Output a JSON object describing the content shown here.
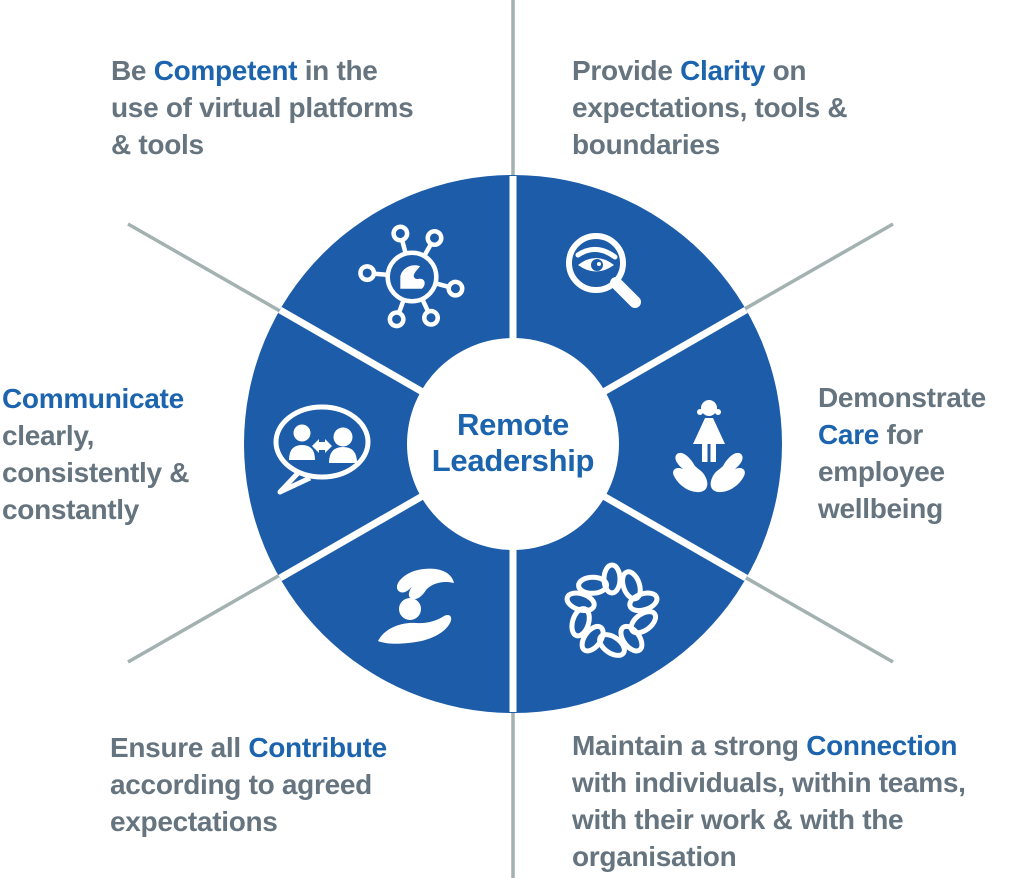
{
  "diagram": {
    "title": "Remote Leadership",
    "center": {
      "line1": "Remote",
      "line2": "Leadership"
    },
    "colors": {
      "circle_blue": "#1c5ca9",
      "accent_blue": "#1c64ae",
      "text_gray": "#65747e",
      "line_gray": "#a3b2b1"
    },
    "segments": [
      {
        "name": "competent",
        "icon": "network-strength-icon"
      },
      {
        "name": "clarity",
        "icon": "eye-magnifier-icon"
      },
      {
        "name": "communicate",
        "icon": "speech-bubble-people-icon"
      },
      {
        "name": "care",
        "icon": "hands-holding-person-icon"
      },
      {
        "name": "contribute",
        "icon": "hand-giving-icon"
      },
      {
        "name": "connection",
        "icon": "chain-ring-icon"
      }
    ],
    "labels": {
      "competent": {
        "l1a": "Be ",
        "l1b": "Competent",
        "l1c": " in the",
        "l2": "use of virtual platforms",
        "l3": "& tools"
      },
      "clarity": {
        "l1a": "Provide ",
        "l1b": "Clarity",
        "l1c": " on",
        "l2": "expectations, tools &",
        "l3": "boundaries"
      },
      "communicate": {
        "l1": "Communicate",
        "l2": "clearly,",
        "l3": "consistently &",
        "l4": "constantly"
      },
      "care": {
        "l1": "Demonstrate",
        "l2a": "Care",
        "l2b": " for",
        "l3": "employee",
        "l4": "wellbeing"
      },
      "contribute": {
        "l1a": "Ensure all ",
        "l1b": "Contribute",
        "l2": "according to agreed",
        "l3": "expectations"
      },
      "connection": {
        "l1a": "Maintain a strong ",
        "l1b": "Connection",
        "l2": "with individuals, within teams,",
        "l3": "with their work & with the",
        "l4": "organisation"
      }
    }
  }
}
